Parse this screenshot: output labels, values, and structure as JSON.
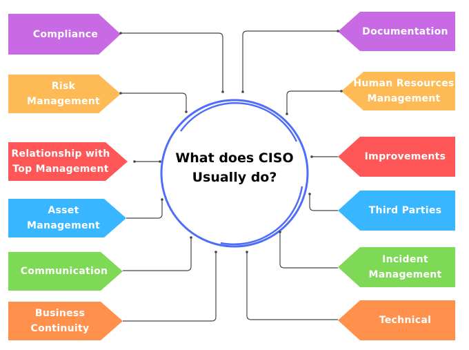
{
  "center": {
    "line1": "What does CISO",
    "line2": "Usually do?"
  },
  "colors": {
    "purple": "#C76AE4",
    "yellow": "#FDBA55",
    "red": "#FF5757",
    "blue": "#38B6FF",
    "green": "#7ED957",
    "orange": "#FF914D",
    "ring": "#4F6EF7",
    "line": "#444444"
  },
  "left": [
    {
      "label": "Compliance",
      "color": "#C76AE4"
    },
    {
      "label": "Risk Management",
      "color": "#FDBA55"
    },
    {
      "label": "Relationship with Top Management",
      "color": "#FF5757"
    },
    {
      "label": "Asset Management",
      "color": "#38B6FF"
    },
    {
      "label": "Communication",
      "color": "#7ED957"
    },
    {
      "label": "Business Continuity",
      "color": "#FF914D"
    }
  ],
  "right": [
    {
      "label": "Documentation",
      "color": "#C76AE4"
    },
    {
      "label": "Human Resources Management",
      "color": "#FDBA55"
    },
    {
      "label": "Improvements",
      "color": "#FF5757"
    },
    {
      "label": "Third Parties",
      "color": "#38B6FF"
    },
    {
      "label": "Incident Management",
      "color": "#7ED957"
    },
    {
      "label": "Technical",
      "color": "#FF914D"
    }
  ]
}
